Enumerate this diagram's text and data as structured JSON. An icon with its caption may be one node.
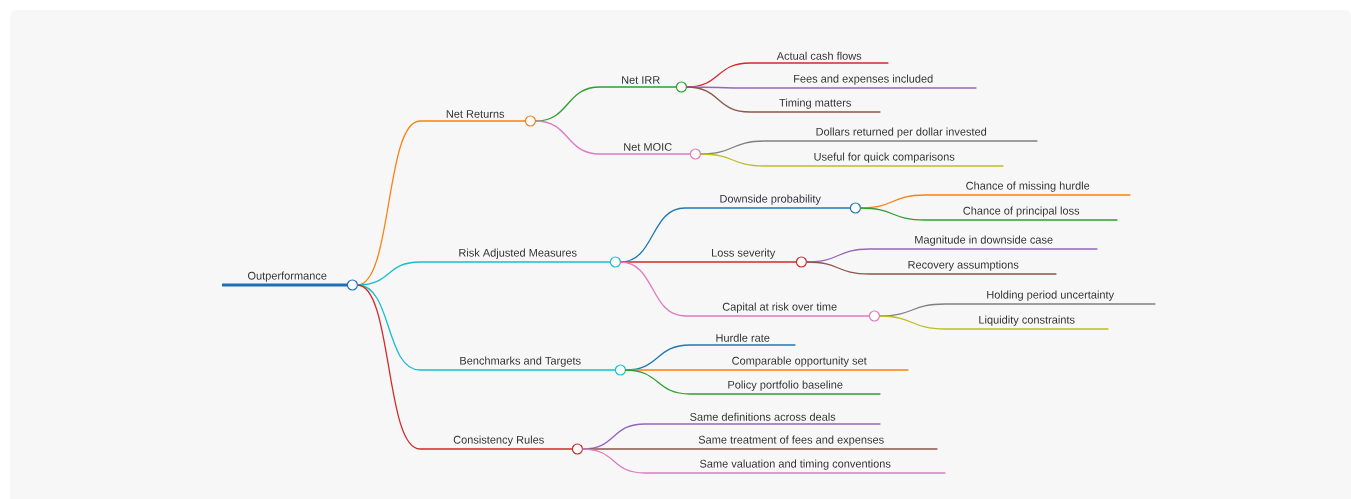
{
  "diagram": {
    "nodes": [
      {
        "text": [
          "Outperformance"
        ]
      },
      {
        "text": [
          "Net Returns"
        ]
      },
      {
        "text": [
          "Net IRR"
        ]
      },
      {
        "text": [
          "Actual cash flows"
        ]
      },
      {
        "text": [
          "Fees and expenses included"
        ]
      },
      {
        "text": [
          "Timing matters"
        ]
      },
      {
        "text": [
          "Net MOIC"
        ]
      },
      {
        "text": [
          "Dollars returned per dollar invested"
        ]
      },
      {
        "text": [
          "Useful for quick comparisons"
        ]
      },
      {
        "text": [
          "Risk Adjusted Measures"
        ]
      },
      {
        "text": [
          "Downside probability"
        ]
      },
      {
        "text": [
          "Chance of missing hurdle"
        ]
      },
      {
        "text": [
          "Chance of principal loss"
        ]
      },
      {
        "text": [
          "Loss severity"
        ]
      },
      {
        "text": [
          "Magnitude in downside case"
        ]
      },
      {
        "text": [
          "Recovery assumptions"
        ]
      },
      {
        "text": [
          "Capital at risk over time"
        ]
      },
      {
        "text": [
          "Holding period uncertainty"
        ]
      },
      {
        "text": [
          "Liquidity constraints"
        ]
      },
      {
        "text": [
          "Benchmarks and Targets"
        ]
      },
      {
        "text": [
          "Hurdle rate"
        ]
      },
      {
        "text": [
          "Comparable opportunity set"
        ]
      },
      {
        "text": [
          "Policy portfolio baseline"
        ]
      },
      {
        "text": [
          "Consistency Rules"
        ]
      },
      {
        "text": [
          "Same definitions across deals"
        ]
      },
      {
        "text": [
          "Same treatment of fees and expenses"
        ]
      },
      {
        "text": [
          "Same valuation and timing conventions"
        ]
      }
    ],
    "edges": [
      {
        "from": 0,
        "to": 1,
        "arrow": "none",
        "color": "#ff7f0e"
      },
      {
        "from": 1,
        "to": 2,
        "arrow": "none",
        "color": "#2ca02c"
      },
      {
        "from": 2,
        "to": 3,
        "arrow": "none",
        "color": "#d62728"
      },
      {
        "from": 2,
        "to": 4,
        "arrow": "none",
        "color": "#9467bd"
      },
      {
        "from": 2,
        "to": 5,
        "arrow": "none",
        "color": "#8c564b"
      },
      {
        "from": 1,
        "to": 6,
        "arrow": "none",
        "color": "#e377c2"
      },
      {
        "from": 6,
        "to": 7,
        "arrow": "none",
        "color": "#7f7f7f"
      },
      {
        "from": 6,
        "to": 8,
        "arrow": "none",
        "color": "#bcbd22"
      },
      {
        "from": 0,
        "to": 9,
        "arrow": "none",
        "color": "#17becf"
      },
      {
        "from": 9,
        "to": 10,
        "arrow": "none",
        "color": "#1f77b4"
      },
      {
        "from": 10,
        "to": 11,
        "arrow": "none",
        "color": "#ff7f0e"
      },
      {
        "from": 10,
        "to": 12,
        "arrow": "none",
        "color": "#2ca02c"
      },
      {
        "from": 9,
        "to": 13,
        "arrow": "none",
        "color": "#d62728"
      },
      {
        "from": 13,
        "to": 14,
        "arrow": "none",
        "color": "#9467bd"
      },
      {
        "from": 13,
        "to": 15,
        "arrow": "none",
        "color": "#8c564b"
      },
      {
        "from": 9,
        "to": 16,
        "arrow": "none",
        "color": "#e377c2"
      },
      {
        "from": 16,
        "to": 17,
        "arrow": "none",
        "color": "#7f7f7f"
      },
      {
        "from": 16,
        "to": 18,
        "arrow": "none",
        "color": "#bcbd22"
      },
      {
        "from": 0,
        "to": 19,
        "arrow": "none",
        "color": "#17becf"
      },
      {
        "from": 19,
        "to": 20,
        "arrow": "none",
        "color": "#1f77b4"
      },
      {
        "from": 19,
        "to": 21,
        "arrow": "none",
        "color": "#ff7f0e"
      },
      {
        "from": 19,
        "to": 22,
        "arrow": "none",
        "color": "#2ca02c"
      },
      {
        "from": 0,
        "to": 23,
        "arrow": "none",
        "color": "#d62728"
      },
      {
        "from": 23,
        "to": 24,
        "arrow": "none",
        "color": "#9467bd"
      },
      {
        "from": 23,
        "to": 25,
        "arrow": "none",
        "color": "#8c564b"
      },
      {
        "from": 23,
        "to": 26,
        "arrow": "none",
        "color": "#e377c2"
      }
    ]
  }
}
